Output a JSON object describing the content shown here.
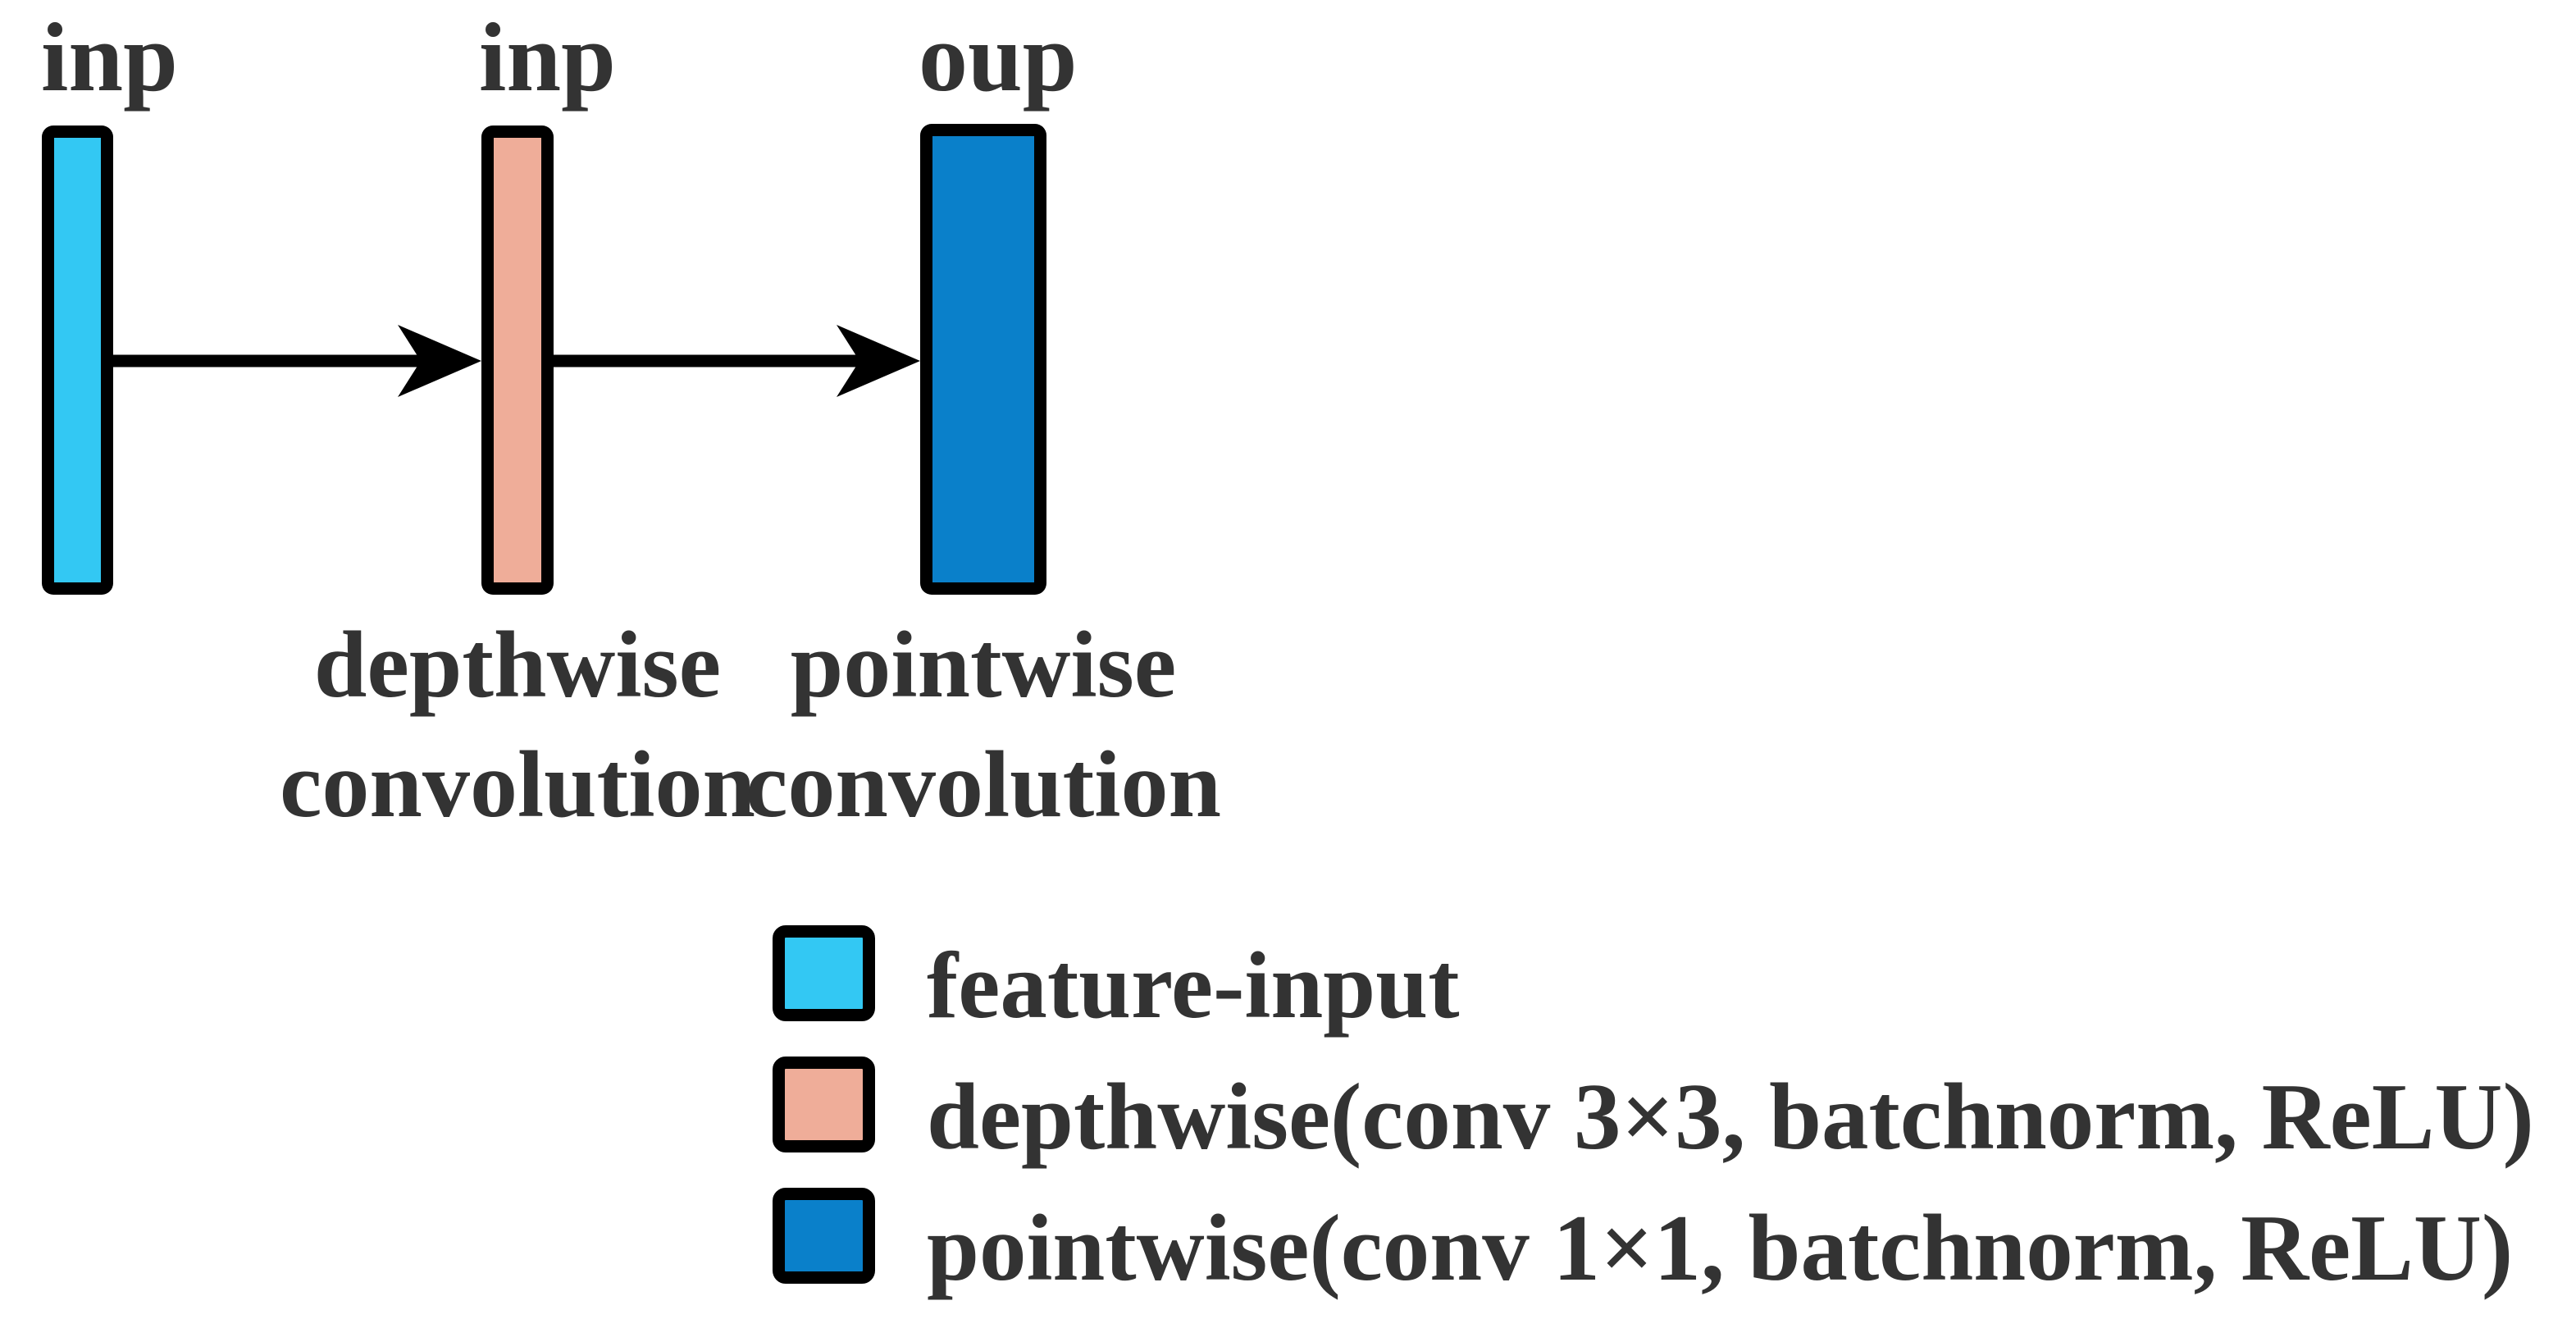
{
  "figure": {
    "background": "#ffffff",
    "text_color": "#333333",
    "stroke_color": "#000000"
  },
  "bars": [
    {
      "id": "feature-input",
      "top_label": "inp",
      "fill": "#33C8F3"
    },
    {
      "id": "depthwise",
      "top_label": "inp",
      "fill": "#EFAD99",
      "caption_line1": "depthwise",
      "caption_line2": "convolution"
    },
    {
      "id": "pointwise",
      "top_label": "oup",
      "fill": "#0A80CA",
      "caption_line1": "pointwise",
      "caption_line2": "convolution"
    }
  ],
  "legend": [
    {
      "label": "feature-input",
      "swatch": "#33C8F3"
    },
    {
      "label": "depthwise(conv 3×3, batchnorm, ReLU)",
      "swatch": "#EFAD99"
    },
    {
      "label": "pointwise(conv 1×1, batchnorm, ReLU)",
      "swatch": "#0A80CA"
    }
  ]
}
